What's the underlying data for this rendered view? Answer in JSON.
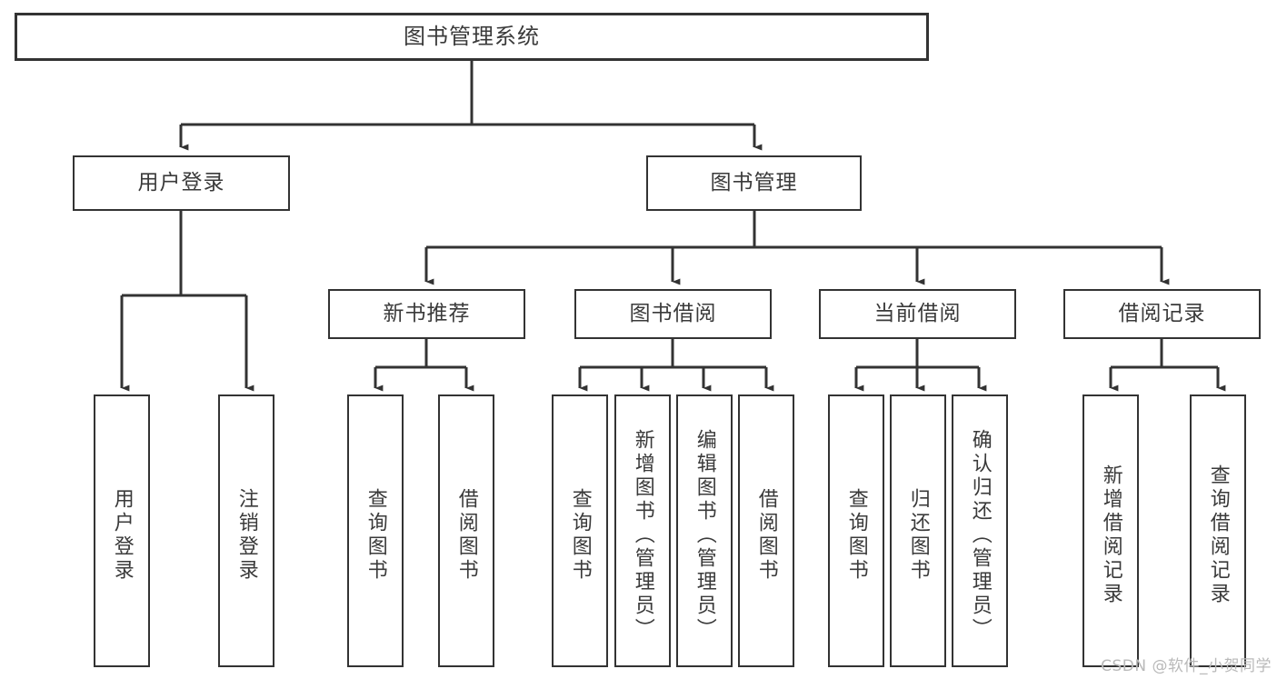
{
  "diagram": {
    "type": "hierarchy-tree",
    "title_node": {
      "label": "图书管理系统"
    },
    "level2": [
      {
        "id": "user-login",
        "label": "用户登录"
      },
      {
        "id": "book-management",
        "label": "图书管理"
      }
    ],
    "level3": [
      {
        "id": "new-book-recommend",
        "label": "新书推荐",
        "parent": "book-management"
      },
      {
        "id": "book-borrow",
        "label": "图书借阅",
        "parent": "book-management"
      },
      {
        "id": "current-borrow",
        "label": "当前借阅",
        "parent": "book-management"
      },
      {
        "id": "borrow-record",
        "label": "借阅记录",
        "parent": "book-management"
      }
    ],
    "leaves": {
      "user-login": [
        {
          "id": "leaf-user-login",
          "label": "用户登录"
        },
        {
          "id": "leaf-user-logout",
          "label": "注销登录"
        }
      ],
      "new-book-recommend": [
        {
          "id": "leaf-query-book-1",
          "label": "查询图书"
        },
        {
          "id": "leaf-borrow-book-1",
          "label": "借阅图书"
        }
      ],
      "book-borrow": [
        {
          "id": "leaf-query-book-2",
          "label": "查询图书"
        },
        {
          "id": "leaf-add-book",
          "label": "新增图书（管理员）"
        },
        {
          "id": "leaf-edit-book",
          "label": "编辑图书（管理员）"
        },
        {
          "id": "leaf-borrow-book-2",
          "label": "借阅图书"
        }
      ],
      "current-borrow": [
        {
          "id": "leaf-query-book-3",
          "label": "查询图书"
        },
        {
          "id": "leaf-return-book",
          "label": "归还图书"
        },
        {
          "id": "leaf-confirm-return",
          "label": "确认归还（管理员）"
        }
      ],
      "borrow-record": [
        {
          "id": "leaf-add-record",
          "label": "新增借阅记录"
        },
        {
          "id": "leaf-query-record",
          "label": "查询借阅记录"
        }
      ]
    }
  },
  "watermark": {
    "text": "CSDN @软件_小贺同学"
  },
  "colors": {
    "stroke": "#333333",
    "background": "#ffffff",
    "text": "#3a3a3a",
    "watermark": "#b9b9b9"
  }
}
